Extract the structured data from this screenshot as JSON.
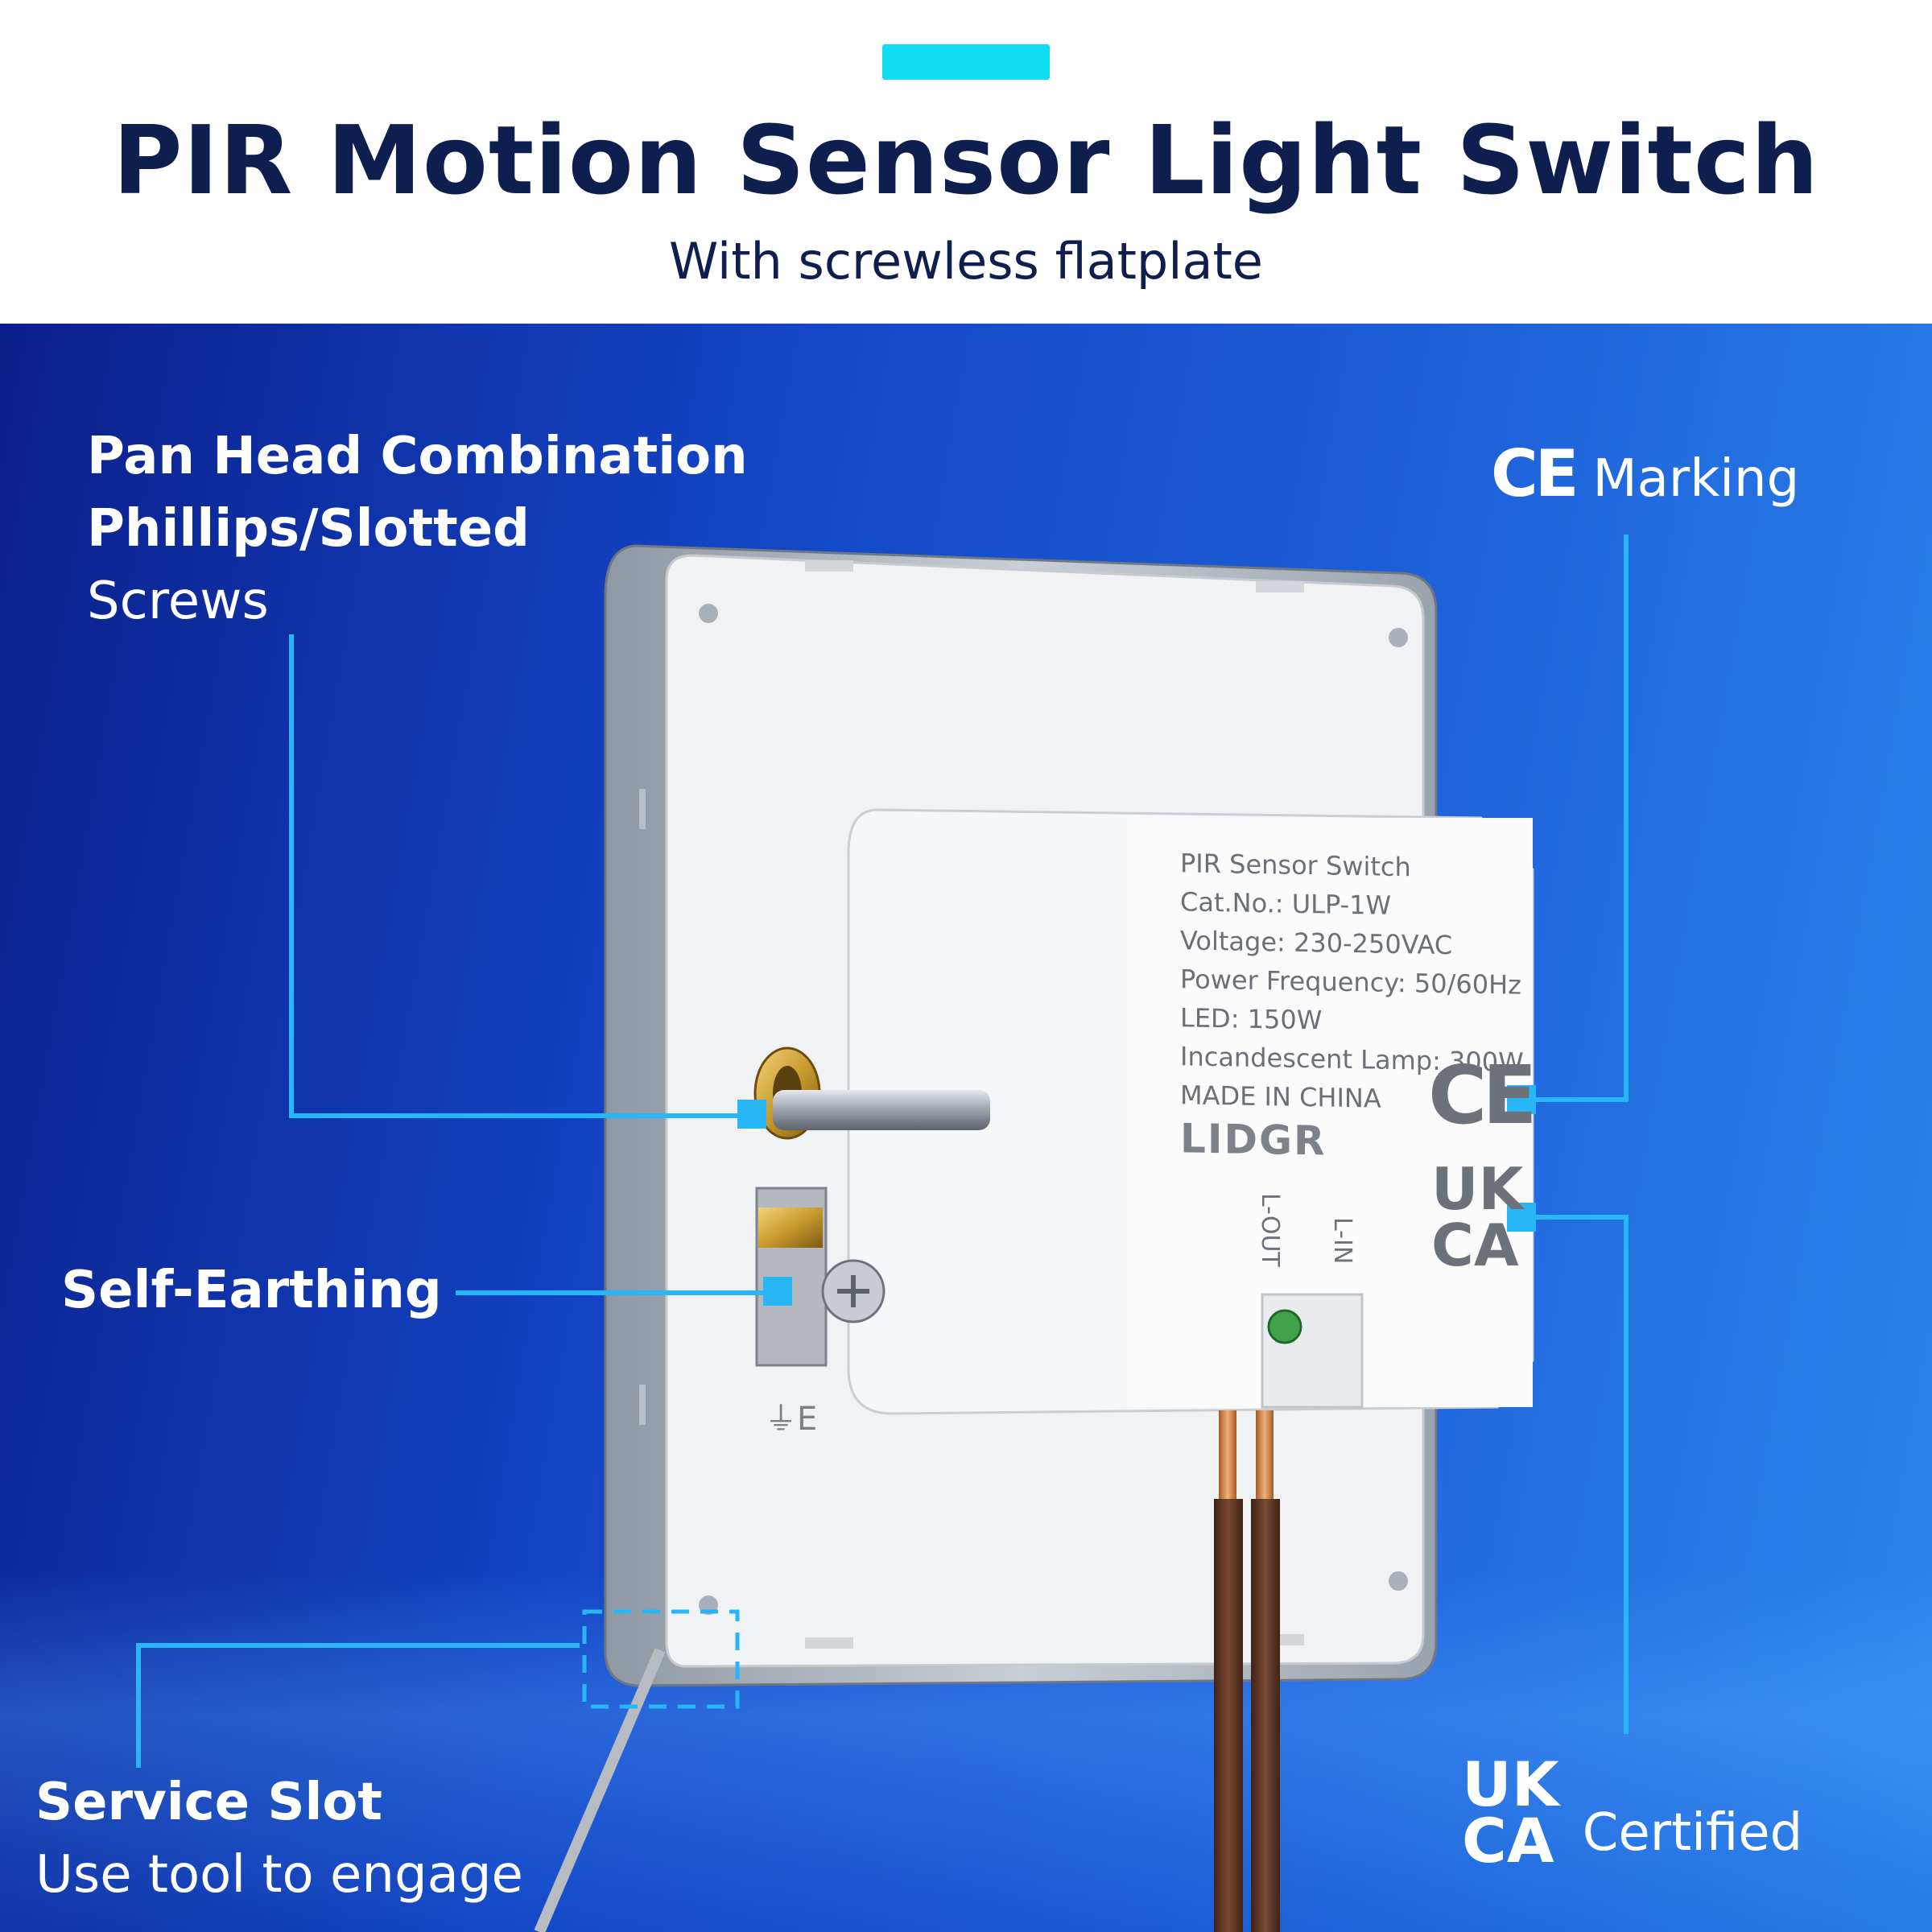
{
  "header": {
    "title": "PIR Motion Sensor Light Switch",
    "subtitle": "With screwless flatplate"
  },
  "callouts": {
    "screws": {
      "line1": "Pan Head Combination",
      "line2": "Phillips/Slotted",
      "line3": "Screws"
    },
    "earthing": {
      "label": "Self-Earthing"
    },
    "service_slot": {
      "title": "Service Slot",
      "desc": "Use tool to engage"
    },
    "ce": {
      "mark": "CE",
      "label": "Marking"
    },
    "ukca": {
      "mark_top": "UK",
      "mark_bottom": "CA",
      "label": "Certified"
    }
  },
  "product_label": {
    "lines": [
      "PIR Sensor Switch",
      "Cat.No.: ULP-1W",
      "Voltage: 230-250VAC",
      "Power Frequency: 50/60Hz",
      "LED: 150W",
      "Incandescent Lamp: 300W",
      "MADE IN CHINA"
    ],
    "brand": "LIDGR",
    "ce": "CE",
    "ukca_top": "UK",
    "ukca_bottom": "CA",
    "terminal_out": "L-OUT",
    "terminal_in": "L-IN",
    "earth_symbol": "E"
  },
  "colors": {
    "accent": "#10dcf2",
    "title": "#0e1f4f",
    "callout_line": "#29b6f6"
  }
}
